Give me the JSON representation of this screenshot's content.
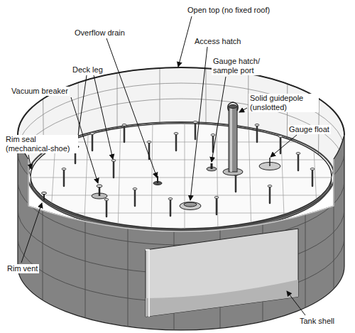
{
  "diagram": {
    "labels": [
      "Open top (no fixed roof)",
      "Overflow drain",
      "Access hatch",
      "Gauge hatch/ sample port",
      "Deck leg",
      "Solid guidepole (unslotted)",
      "Vacuum breaker",
      "Gauge float",
      "Rim seal (mechanical-shoe)",
      "Rim vent",
      "Tank shell"
    ]
  }
}
